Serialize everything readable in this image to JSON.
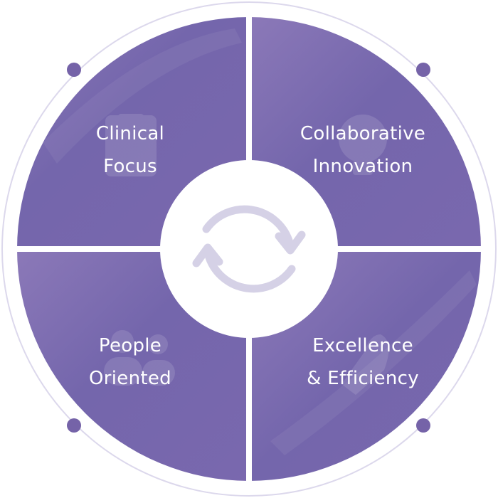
{
  "colors": {
    "segment": "#7466ac",
    "segment_light": "#8a78b8",
    "ring": "#dcd8ec",
    "dot": "#7563a8",
    "cycle_icon": "#d5d1e6"
  },
  "segments": [
    {
      "line1": "Clinical",
      "line2": "Focus",
      "icon": "clipboard-pulse-icon"
    },
    {
      "line1": "Collaborative",
      "line2": "Innovation",
      "icon": "lightbulb-icon"
    },
    {
      "line1": "People",
      "line2": "Oriented",
      "icon": "people-icon"
    },
    {
      "line1": "Excellence",
      "line2": "& Efficiency",
      "icon": "rocket-icon"
    }
  ],
  "center_icon": "cycle-arrows-icon"
}
